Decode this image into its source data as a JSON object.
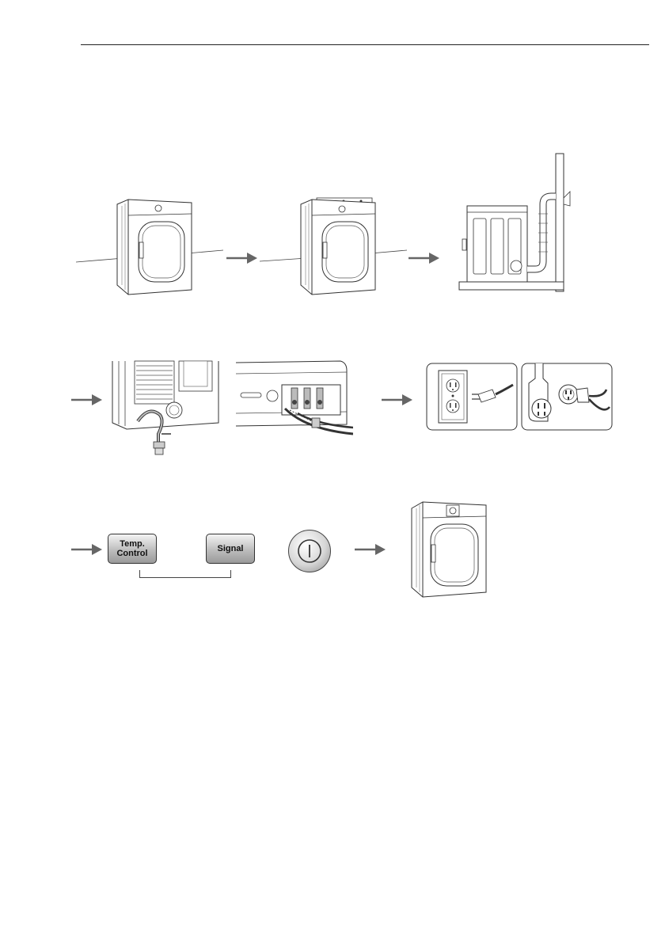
{
  "buttons": {
    "temp_control_line1": "Temp.",
    "temp_control_line2": "Control",
    "signal": "Signal"
  },
  "icons": [
    "power-icon",
    "arrow-right-icon",
    "dryer-illustration",
    "outlet-illustration",
    "plug-illustration"
  ]
}
